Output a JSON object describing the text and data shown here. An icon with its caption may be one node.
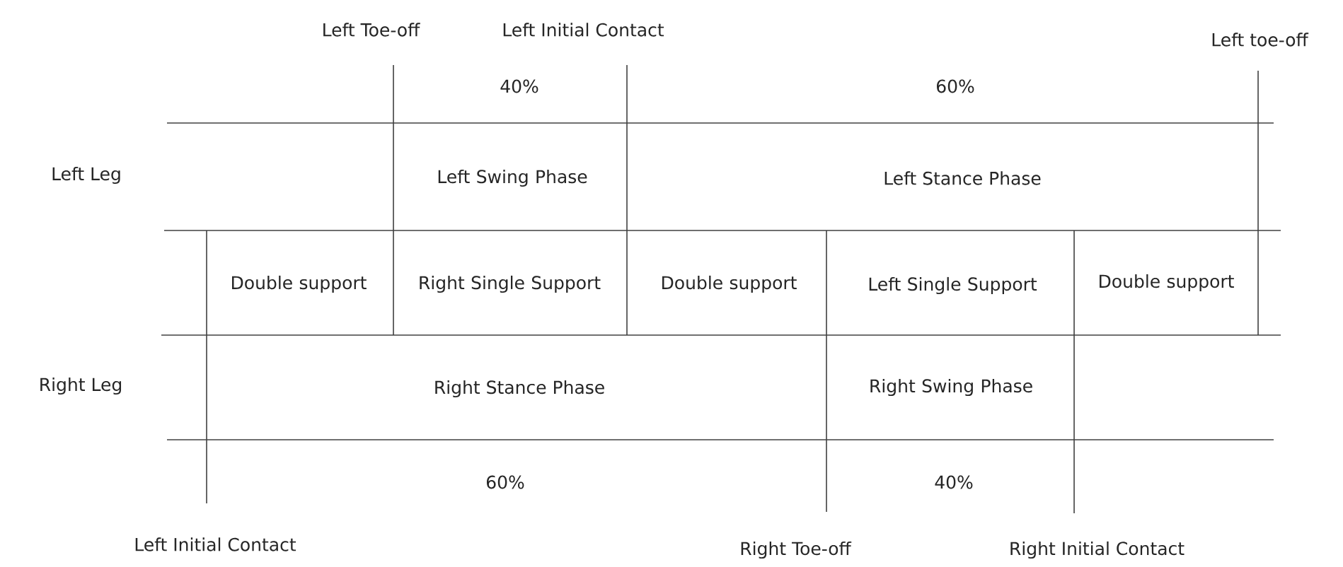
{
  "diagram": {
    "labels": [
      "Left Toe-off",
      "Left Initial Contact",
      "Left toe-off",
      "40%",
      "60%",
      "Left Leg",
      "Left Swing Phase",
      "Left Stance Phase",
      "Double support",
      "Right Single Support",
      "Double support",
      "Left Single Support",
      "Double support",
      "Right Leg",
      "Right Stance Phase",
      "Right Swing Phase",
      "60%",
      "40%",
      "Left Initial Contact",
      "Right Toe-off",
      "Right Initial Contact"
    ]
  }
}
